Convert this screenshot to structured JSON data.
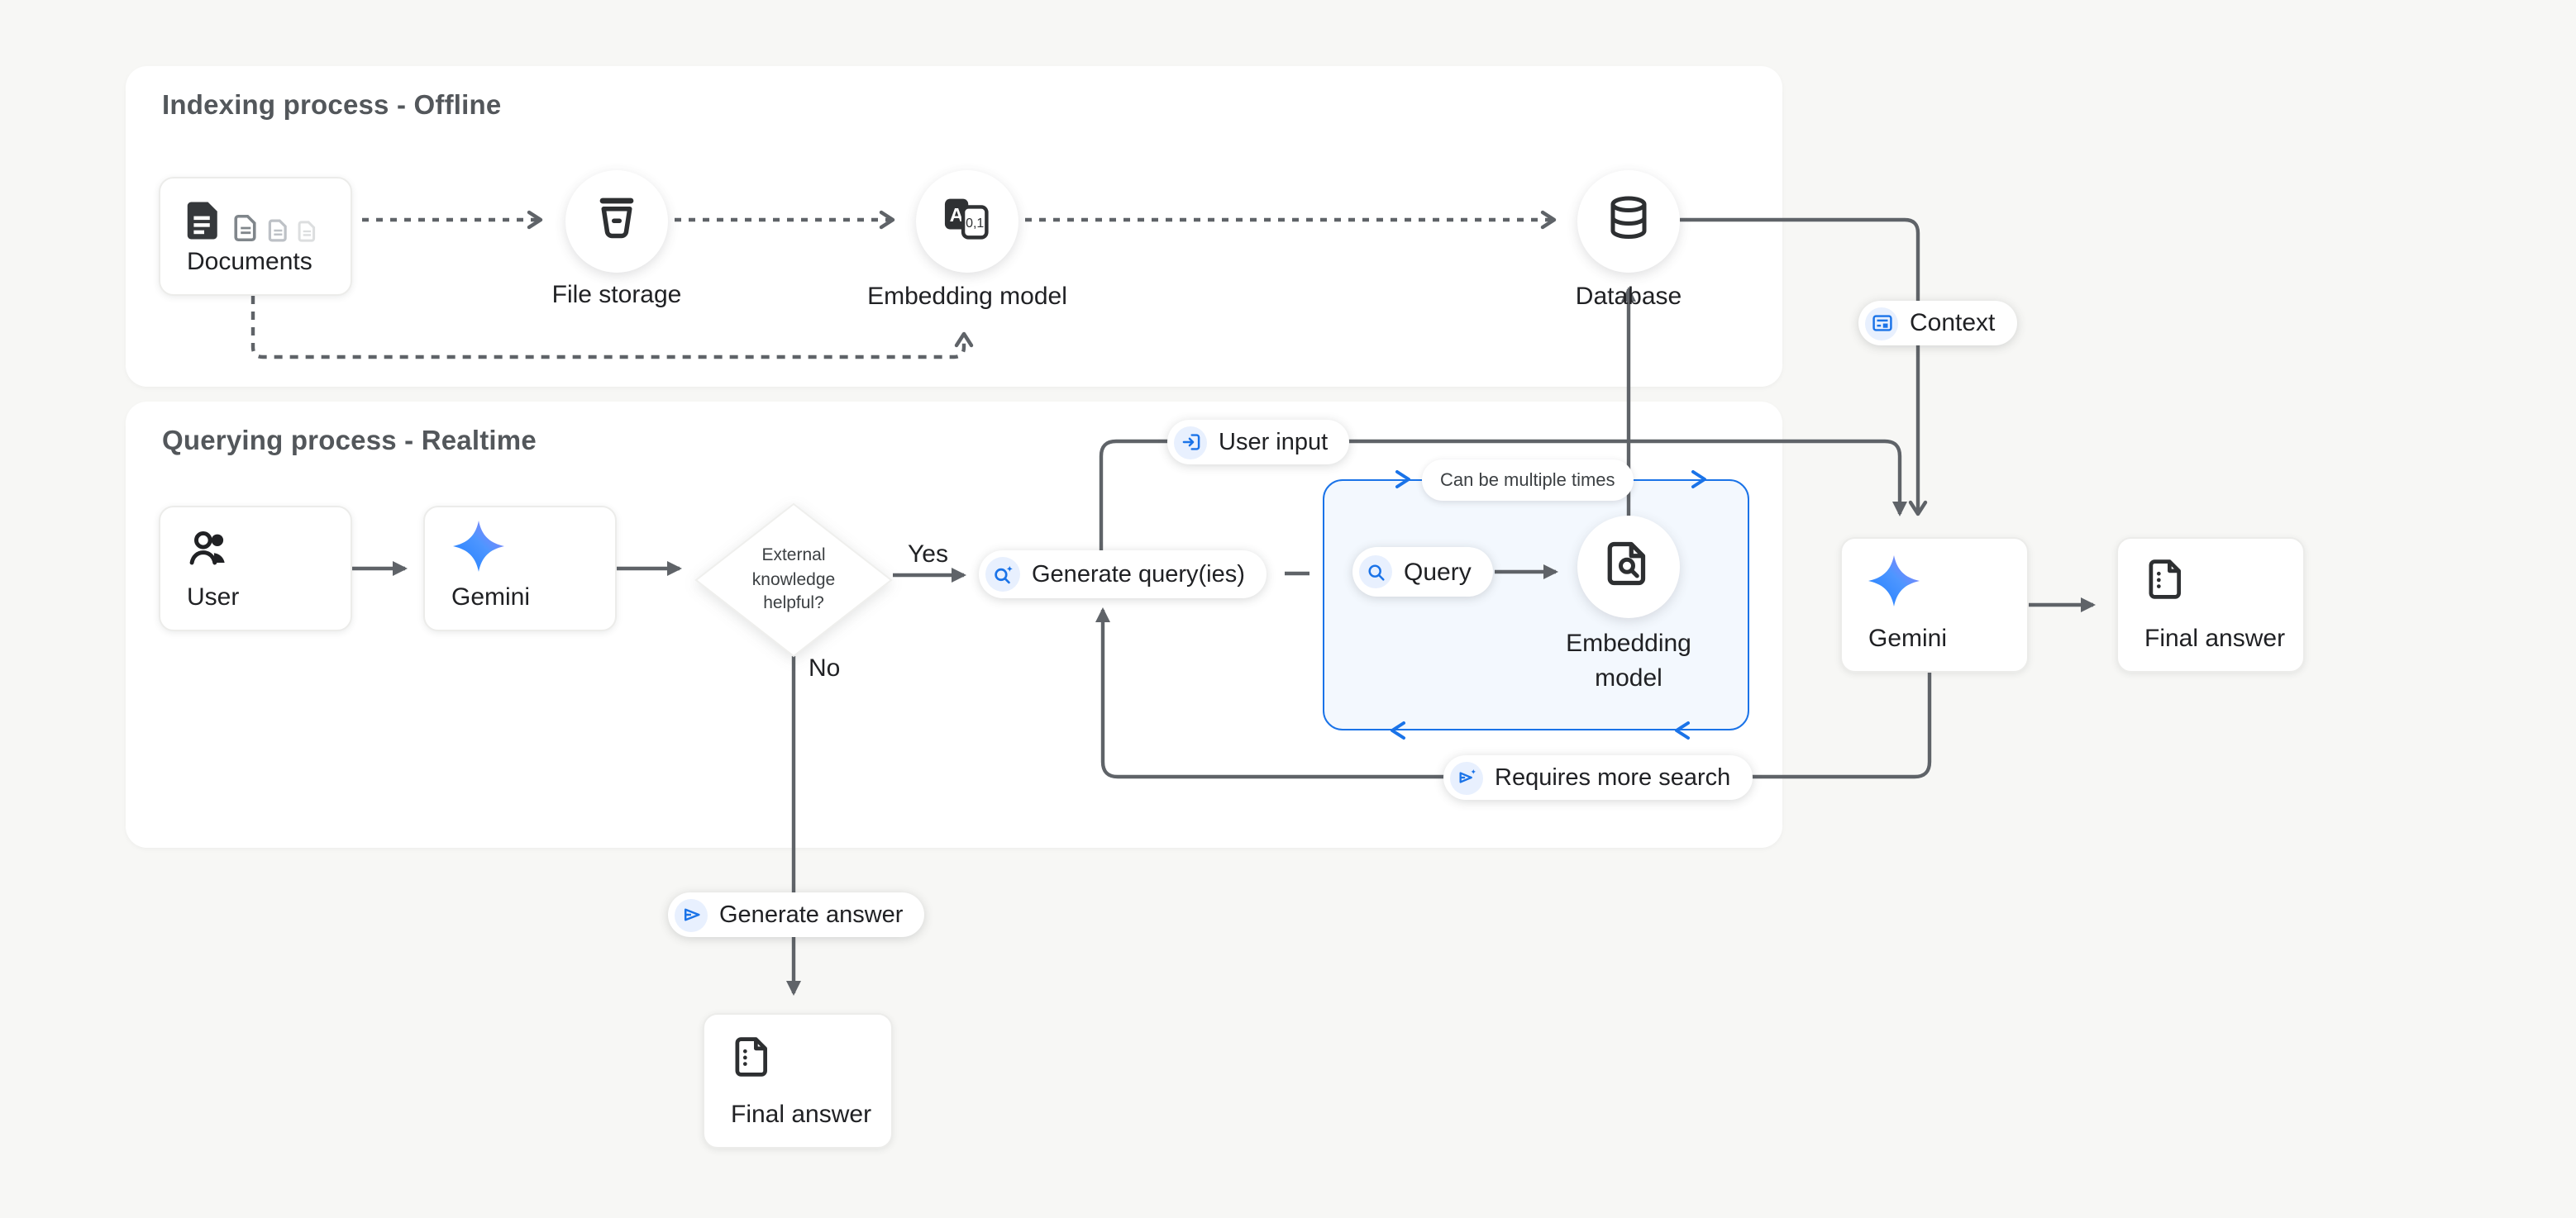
{
  "diagram": {
    "panels": {
      "indexing": {
        "title": "Indexing process - Offline"
      },
      "querying": {
        "title": "Querying process - Realtime"
      }
    },
    "nodes": {
      "documents": {
        "label": "Documents"
      },
      "file_storage": {
        "label": "File storage"
      },
      "embedding_offline": {
        "label": "Embedding model"
      },
      "database": {
        "label": "Database"
      },
      "user": {
        "label": "User"
      },
      "gemini_query": {
        "label": "Gemini"
      },
      "decision": {
        "line1": "External",
        "line2": "knowledge",
        "line3": "helpful?"
      },
      "embedding_query": {
        "line1": "Embedding",
        "line2": "model"
      },
      "gemini_answer": {
        "label": "Gemini"
      },
      "final_answer_right": {
        "label": "Final answer"
      },
      "final_answer_no": {
        "label": "Final answer"
      }
    },
    "badges": {
      "context": {
        "label": "Context"
      },
      "user_input": {
        "label": "User input"
      },
      "generate_queries": {
        "label": "Generate query(ies)"
      },
      "can_be_multiple_times": {
        "label": "Can be multiple times"
      },
      "query": {
        "label": "Query"
      },
      "requires_more_search": {
        "label": "Requires more search"
      },
      "generate_answer": {
        "label": "Generate answer"
      }
    },
    "edge_labels": {
      "yes": "Yes",
      "no": "No"
    },
    "colors": {
      "accent_blue": "#1a73e8",
      "icon_chip_bg": "#e8f0fe",
      "line_gray": "#5f6368",
      "page_bg": "#f7f7f5",
      "panel_bg": "#ffffff",
      "loop_box_bg": "#f3f8fe",
      "text_dark": "#202124",
      "title_gray": "#53575b"
    }
  }
}
